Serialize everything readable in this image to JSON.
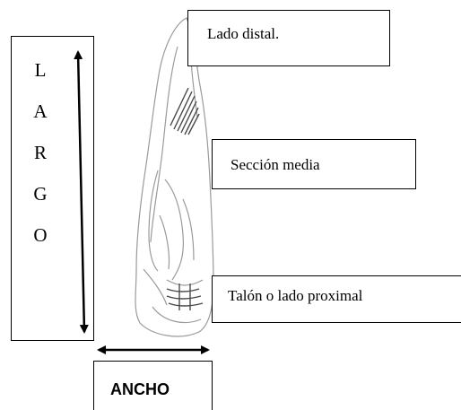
{
  "largo": {
    "letters": [
      "L",
      "A",
      "R",
      "G",
      "O"
    ]
  },
  "labels": {
    "distal": "Lado distal.",
    "media": "Sección media",
    "proximal": "Talón o lado proximal",
    "ancho": "ANCHO"
  },
  "colors": {
    "line": "#000000",
    "sketch": "#9a9a9a",
    "sketch_dark": "#4a4a4a",
    "background": "#ffffff"
  }
}
